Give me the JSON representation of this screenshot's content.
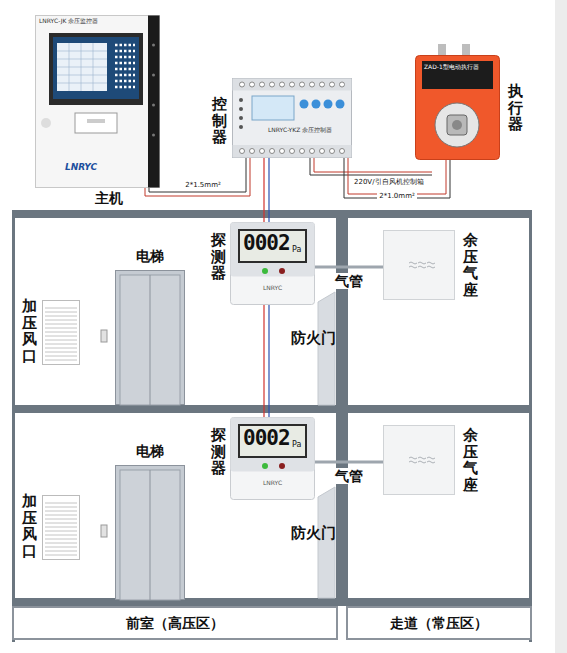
{
  "diagram": {
    "nodes": [
      {
        "text": [
          "主机",
          "LNRYC-JK 余压监控器",
          "LNRYC"
        ]
      },
      {
        "text": [
          "控制器",
          "LNRYC-YKZ 余压控制器"
        ]
      },
      {
        "text": [
          "执行器",
          "ZAD-1型电动执行器"
        ]
      },
      {
        "text": [
          "探测器",
          "0002",
          "Pa",
          "LNRYC"
        ]
      },
      {
        "text": [
          "余压气座"
        ]
      },
      {
        "text": [
          "电梯"
        ]
      },
      {
        "text": [
          "加压风口"
        ]
      },
      {
        "text": [
          "探测器",
          "0002",
          "Pa",
          "LNRYC"
        ]
      },
      {
        "text": [
          "余压气座"
        ]
      },
      {
        "text": [
          "电梯"
        ]
      },
      {
        "text": [
          "加压风口"
        ]
      },
      {
        "text": [
          "前室（高压区）"
        ]
      },
      {
        "text": [
          "走道（常压区）"
        ]
      }
    ],
    "edges": [
      {
        "from": 0,
        "to": 1,
        "arrow": "none",
        "label": "2*1.5mm²"
      },
      {
        "from": 1,
        "to": 2,
        "arrow": "none",
        "label": "2*1.0mm²"
      },
      {
        "from": 1,
        "to": 3,
        "arrow": "none"
      },
      {
        "from": 3,
        "to": 7,
        "arrow": "none"
      },
      {
        "from": 3,
        "to": 4,
        "arrow": "none",
        "label": "气管"
      },
      {
        "from": 7,
        "to": 8,
        "arrow": "none",
        "label": "气管"
      }
    ],
    "labels": [
      "220V/引自风机控制箱",
      "防火门",
      "防火门"
    ]
  }
}
